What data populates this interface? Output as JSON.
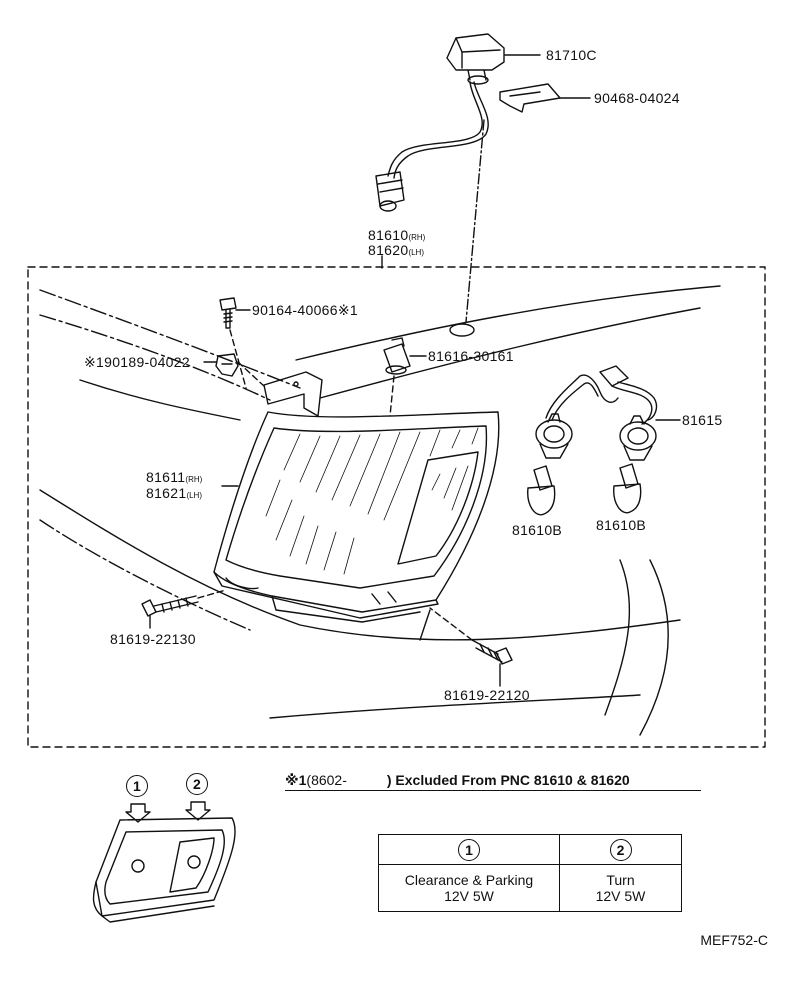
{
  "parts": {
    "p81710c": "81710C",
    "p90468": "90468-04024",
    "p81610_main": "81610",
    "p81610_sub": "(RH)",
    "p81620_main": "81620",
    "p81620_sub": "(LH)",
    "p90164": "90164-40066※1",
    "p90189": "※190189-04022",
    "p81616": "81616-30161",
    "p81615": "81615",
    "p81611_main": "81611",
    "p81611_sub": "(RH)",
    "p81621_main": "81621",
    "p81621_sub": "(LH)",
    "p81610b_a": "81610B",
    "p81610b_b": "81610B",
    "p81619_a": "81619-22130",
    "p81619_b": "81619-22120"
  },
  "inset": {
    "marker1": "1",
    "marker2": "2"
  },
  "note": {
    "mark": "※1",
    "range": "(8602-",
    "text": ") Excluded From PNC 81610 & 81620"
  },
  "spec_table": {
    "header1": "1",
    "header2": "2",
    "cell1_line1": "Clearance & Parking",
    "cell1_line2": "12V 5W",
    "cell2_line1": "Turn",
    "cell2_line2": "12V 5W"
  },
  "figure_code": "MEF752-C"
}
